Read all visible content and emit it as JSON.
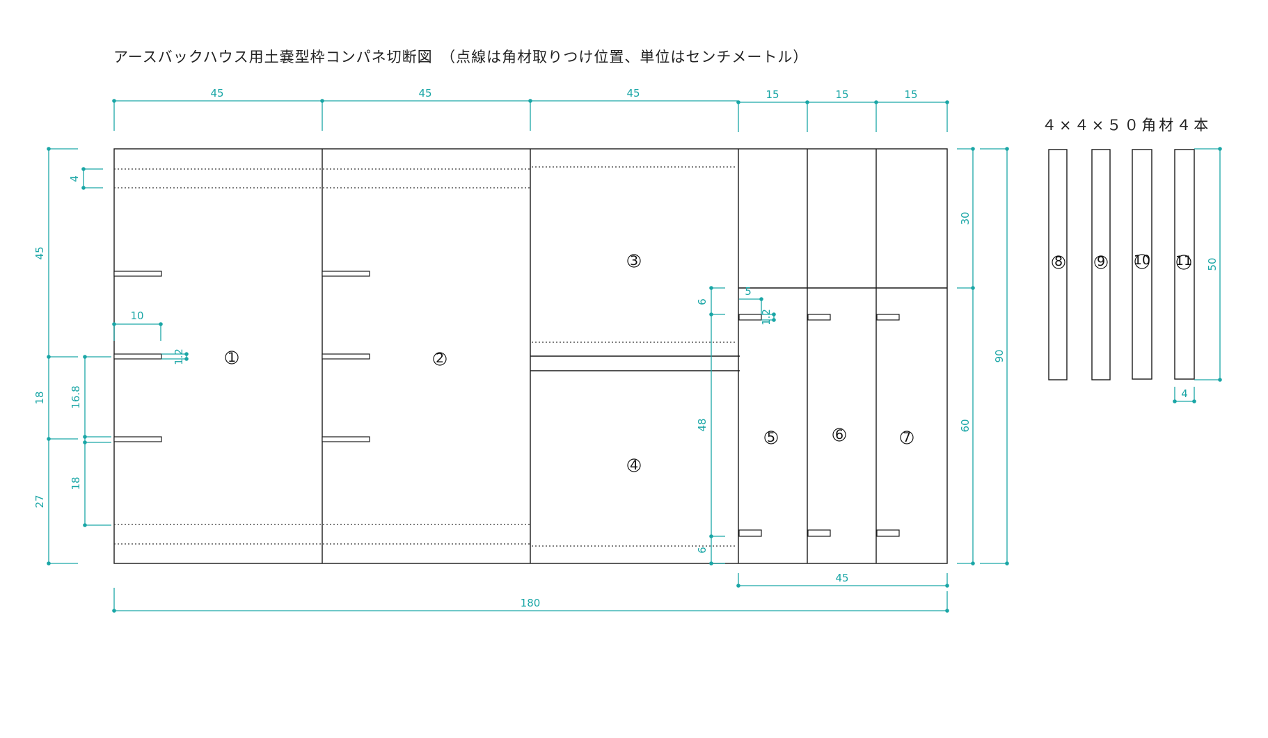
{
  "title": "アースバックハウス用土嚢型枠コンパネ切断図　（点線は角材取りつけ位置、単位はセンチメートル）",
  "lumber_note": "４×４×５０角材４本",
  "top_dims": [
    "45",
    "45",
    "45",
    "15",
    "15",
    "15"
  ],
  "left_dims": {
    "outer_top": "45",
    "outer_mid": "18",
    "outer_bot": "27",
    "inner_4": "4",
    "inner_16_8": "16.8",
    "inner_18": "18"
  },
  "inner_dims": {
    "slot_len": "10",
    "slot_gap_left": "1.2",
    "slot_gap_right": "1.2",
    "slot_5": "5",
    "top_6": "6",
    "mid_48": "48",
    "bot_6": "6"
  },
  "right_dims": {
    "r30": "30",
    "r60": "60",
    "r90": "90"
  },
  "bottom_dims": {
    "b45": "45",
    "b180": "180"
  },
  "lumber_dims": {
    "length": "50",
    "width": "4"
  },
  "parts": [
    "1",
    "2",
    "3",
    "4",
    "5",
    "6",
    "7",
    "8",
    "9",
    "10",
    "11"
  ],
  "colors": {
    "dimension": "#1aa6a6",
    "outline": "#1a1a1a"
  }
}
